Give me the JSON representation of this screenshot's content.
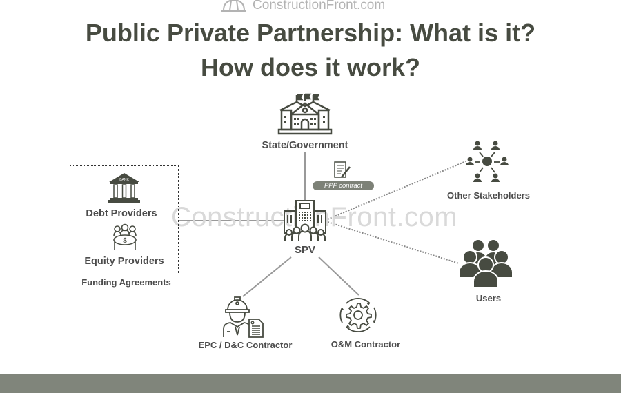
{
  "header": {
    "logo_text": "ConstructionFront.com",
    "logo_icon": "hard-hat-icon",
    "title_line1": "Public Private Partnership: What is it?",
    "title_line2": "How does it work?"
  },
  "watermark": "ConstructionFront.com",
  "nodes": {
    "government": {
      "label": "State/Government",
      "icon": "government-building-icon"
    },
    "contract": {
      "label": "PPP contract",
      "icon": "contract-document-icon"
    },
    "spv": {
      "label": "SPV",
      "icon": "spv-building-people-icon"
    },
    "debt": {
      "label": "Debt Providers",
      "icon": "bank-icon"
    },
    "equity": {
      "label": "Equity Providers",
      "icon": "equity-investors-icon"
    },
    "funding": {
      "label": "Funding Agreements"
    },
    "stakeholders": {
      "label": "Other Stakeholders",
      "icon": "stakeholders-network-icon"
    },
    "users": {
      "label": "Users",
      "icon": "users-group-icon"
    },
    "epc": {
      "label": "EPC / D&C Contractor",
      "icon": "contractor-worker-icon"
    },
    "om": {
      "label": "O&M Contractor",
      "icon": "gear-cycle-icon"
    }
  },
  "colors": {
    "primary": "#474b41",
    "line": "#999999",
    "pill": "#7d8177",
    "footer": "#80857b",
    "watermark": "#d9d9d9"
  }
}
